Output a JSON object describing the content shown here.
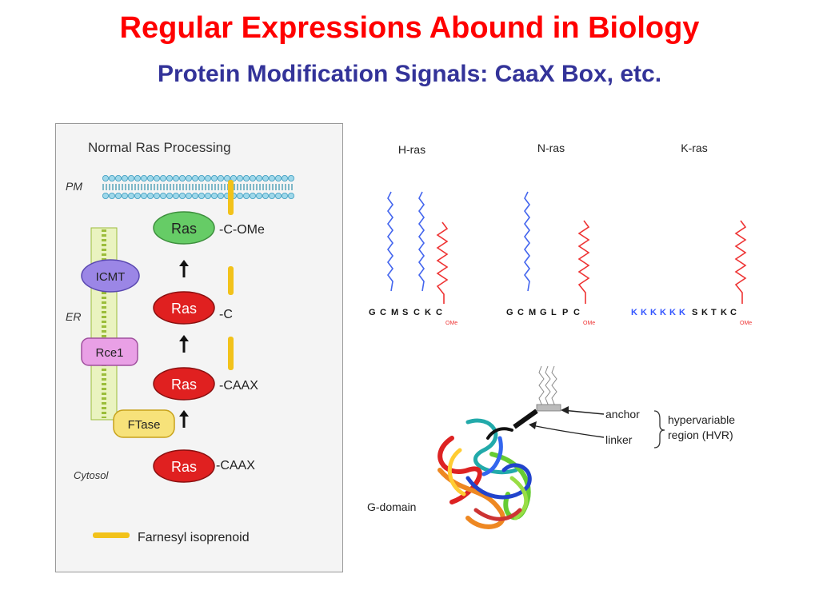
{
  "slide": {
    "title": "Regular Expressions Abound in Biology",
    "subtitle": "Protein Modification Signals: CaaX Box, etc."
  },
  "left_figure": {
    "heading": "Normal Ras Processing",
    "compartments": {
      "pm": "PM",
      "er": "ER",
      "cytosol": "Cytosol"
    },
    "enzymes": {
      "icmt": "ICMT",
      "rce1": "Rce1",
      "ftase": "FTase"
    },
    "ras_label": "Ras",
    "stages": [
      "-C-OMe",
      "-C",
      "-CAAX",
      "-CAAX"
    ],
    "legend": "Farnesyl isoprenoid",
    "colors": {
      "ras_green": "#66cc66",
      "ras_red": "#e02020",
      "farnesyl": "#f2c21a",
      "icmt": "#9b86e6",
      "rce1": "#e9a0e6",
      "ftase": "#f7e27a"
    }
  },
  "right_top": {
    "isoforms": [
      {
        "name": "H-ras",
        "letters": [
          "G",
          "C",
          "M",
          "S",
          "C",
          "K",
          "C"
        ],
        "ome": "OMe"
      },
      {
        "name": "N-ras",
        "letters": [
          "G",
          "C",
          "M",
          "G",
          "L",
          "P",
          "C"
        ],
        "ome": "OMe"
      },
      {
        "name": "K-ras",
        "letters_blue": [
          "K",
          "K",
          "K",
          "K",
          "K",
          "K"
        ],
        "letters": [
          "S",
          "K",
          "T",
          "K",
          "C"
        ],
        "ome": "OMe"
      }
    ]
  },
  "right_bottom": {
    "anchor": "anchor",
    "linker": "linker",
    "hvr_line1": "hypervariable",
    "hvr_line2": "region (HVR)",
    "gdomain": "G-domain"
  }
}
